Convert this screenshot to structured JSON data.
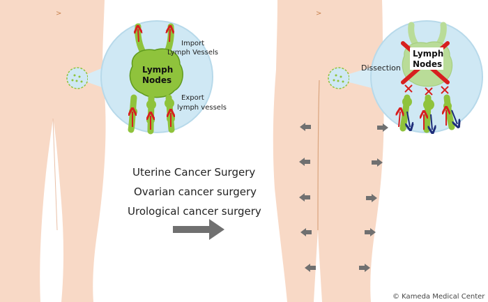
{
  "colors": {
    "skin": "#f8d9c6",
    "skin_shadow": "#e9bfa6",
    "zoom_bg": "#cfe8f4",
    "zoom_border": "#b7d9ea",
    "lymph_green": "#8fc33c",
    "lymph_dark": "#5f9a1e",
    "lymph_faded": "#b9dc98",
    "red": "#d71f1f",
    "navy": "#1e2d7a",
    "gray_arrow": "#707070"
  },
  "before": {
    "node_label_line1": "Lymph",
    "node_label_line2": "Nodes",
    "import_line1": "Import",
    "import_line2": "Lymph Vessels",
    "export_line1": "Export",
    "export_line2": "lymph vessels"
  },
  "surgeries": [
    "Uterine Cancer Surgery",
    "Ovarian cancer surgery",
    "Urological cancer surgery"
  ],
  "after": {
    "dissection_label": "Dissection",
    "node_label_line1": "Lymph",
    "node_label_line2": "Nodes"
  },
  "credit": "© Kameda Medical Center"
}
